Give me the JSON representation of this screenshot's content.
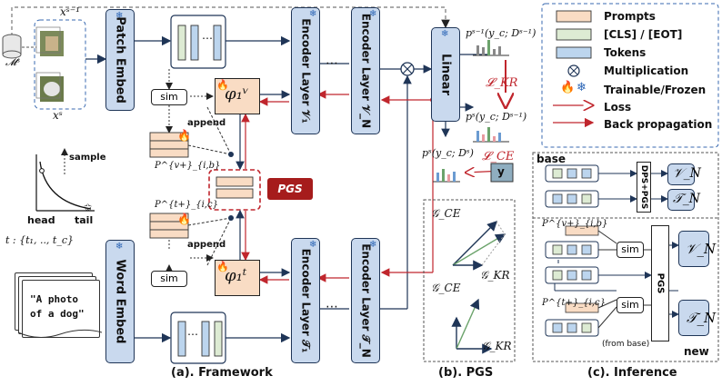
{
  "framework": {
    "dataset": "𝓜ˢ",
    "img_prev": "xˢ⁻¹",
    "img_cur": "xˢ",
    "patch_embed": "Patch Embed",
    "word_embed": "Word Embed",
    "text_set": "t : {t₁, .., t_c}",
    "prompt_text_1": "\"A photo",
    "prompt_text_2": "of a dog\"",
    "sample": "sample",
    "head": "head",
    "tail": "tail",
    "sim": "sim",
    "append": "append",
    "phi_v": "φ₁ᵛ",
    "phi_t": "φ₁ᵗ",
    "p_v_label": "P^{v+}_{i,b}",
    "p_t_label": "P^{t+}_{i,c}",
    "pgs": "PGS",
    "enc_v1": "Encoder Layer 𝒱₁",
    "enc_vN": "Encoder Layer 𝒱_N",
    "enc_t1": "Encoder Layer 𝒯₁",
    "enc_tN": "Encoder Layer 𝒯_N",
    "dots": "⋯",
    "linear": "Linear",
    "p_prev": "pˢ⁻¹(y_c; Dˢ⁻¹)",
    "p_cur": "pˢ(y_c; Dˢ⁻¹)",
    "p_ce": "pˢ(y_c; Dˢ)",
    "loss_kr": "𝓛_KR",
    "loss_ce": "𝓛_CE",
    "y": "y",
    "caption": "(a). Framework"
  },
  "pgs_panel": {
    "g_ce": "𝒢_CE",
    "g_kr": "𝒢_KR",
    "caption": "(b). PGS"
  },
  "legend": {
    "items": [
      {
        "label": "Prompts",
        "color": "#f9dcc4"
      },
      {
        "label": "[CLS] / [EOT]",
        "color": "#ddebd3"
      },
      {
        "label": "Tokens",
        "color": "#bcd5ee"
      },
      {
        "label": "Multiplication"
      },
      {
        "label": "Trainable/Frozen"
      },
      {
        "label": "Loss"
      },
      {
        "label": "Back propagation"
      }
    ]
  },
  "inference": {
    "base": "base",
    "new": "new",
    "dps_pgs": "DPS+PGS",
    "pgs": "PGS",
    "sim": "sim",
    "vN": "𝒱_N",
    "tN": "𝒯_N",
    "from_base": "(from base)",
    "p_v_label": "P^{v+}_{i,b}",
    "p_t_label": "P^{t+}_{i,c}",
    "caption": "(c). Inference"
  }
}
